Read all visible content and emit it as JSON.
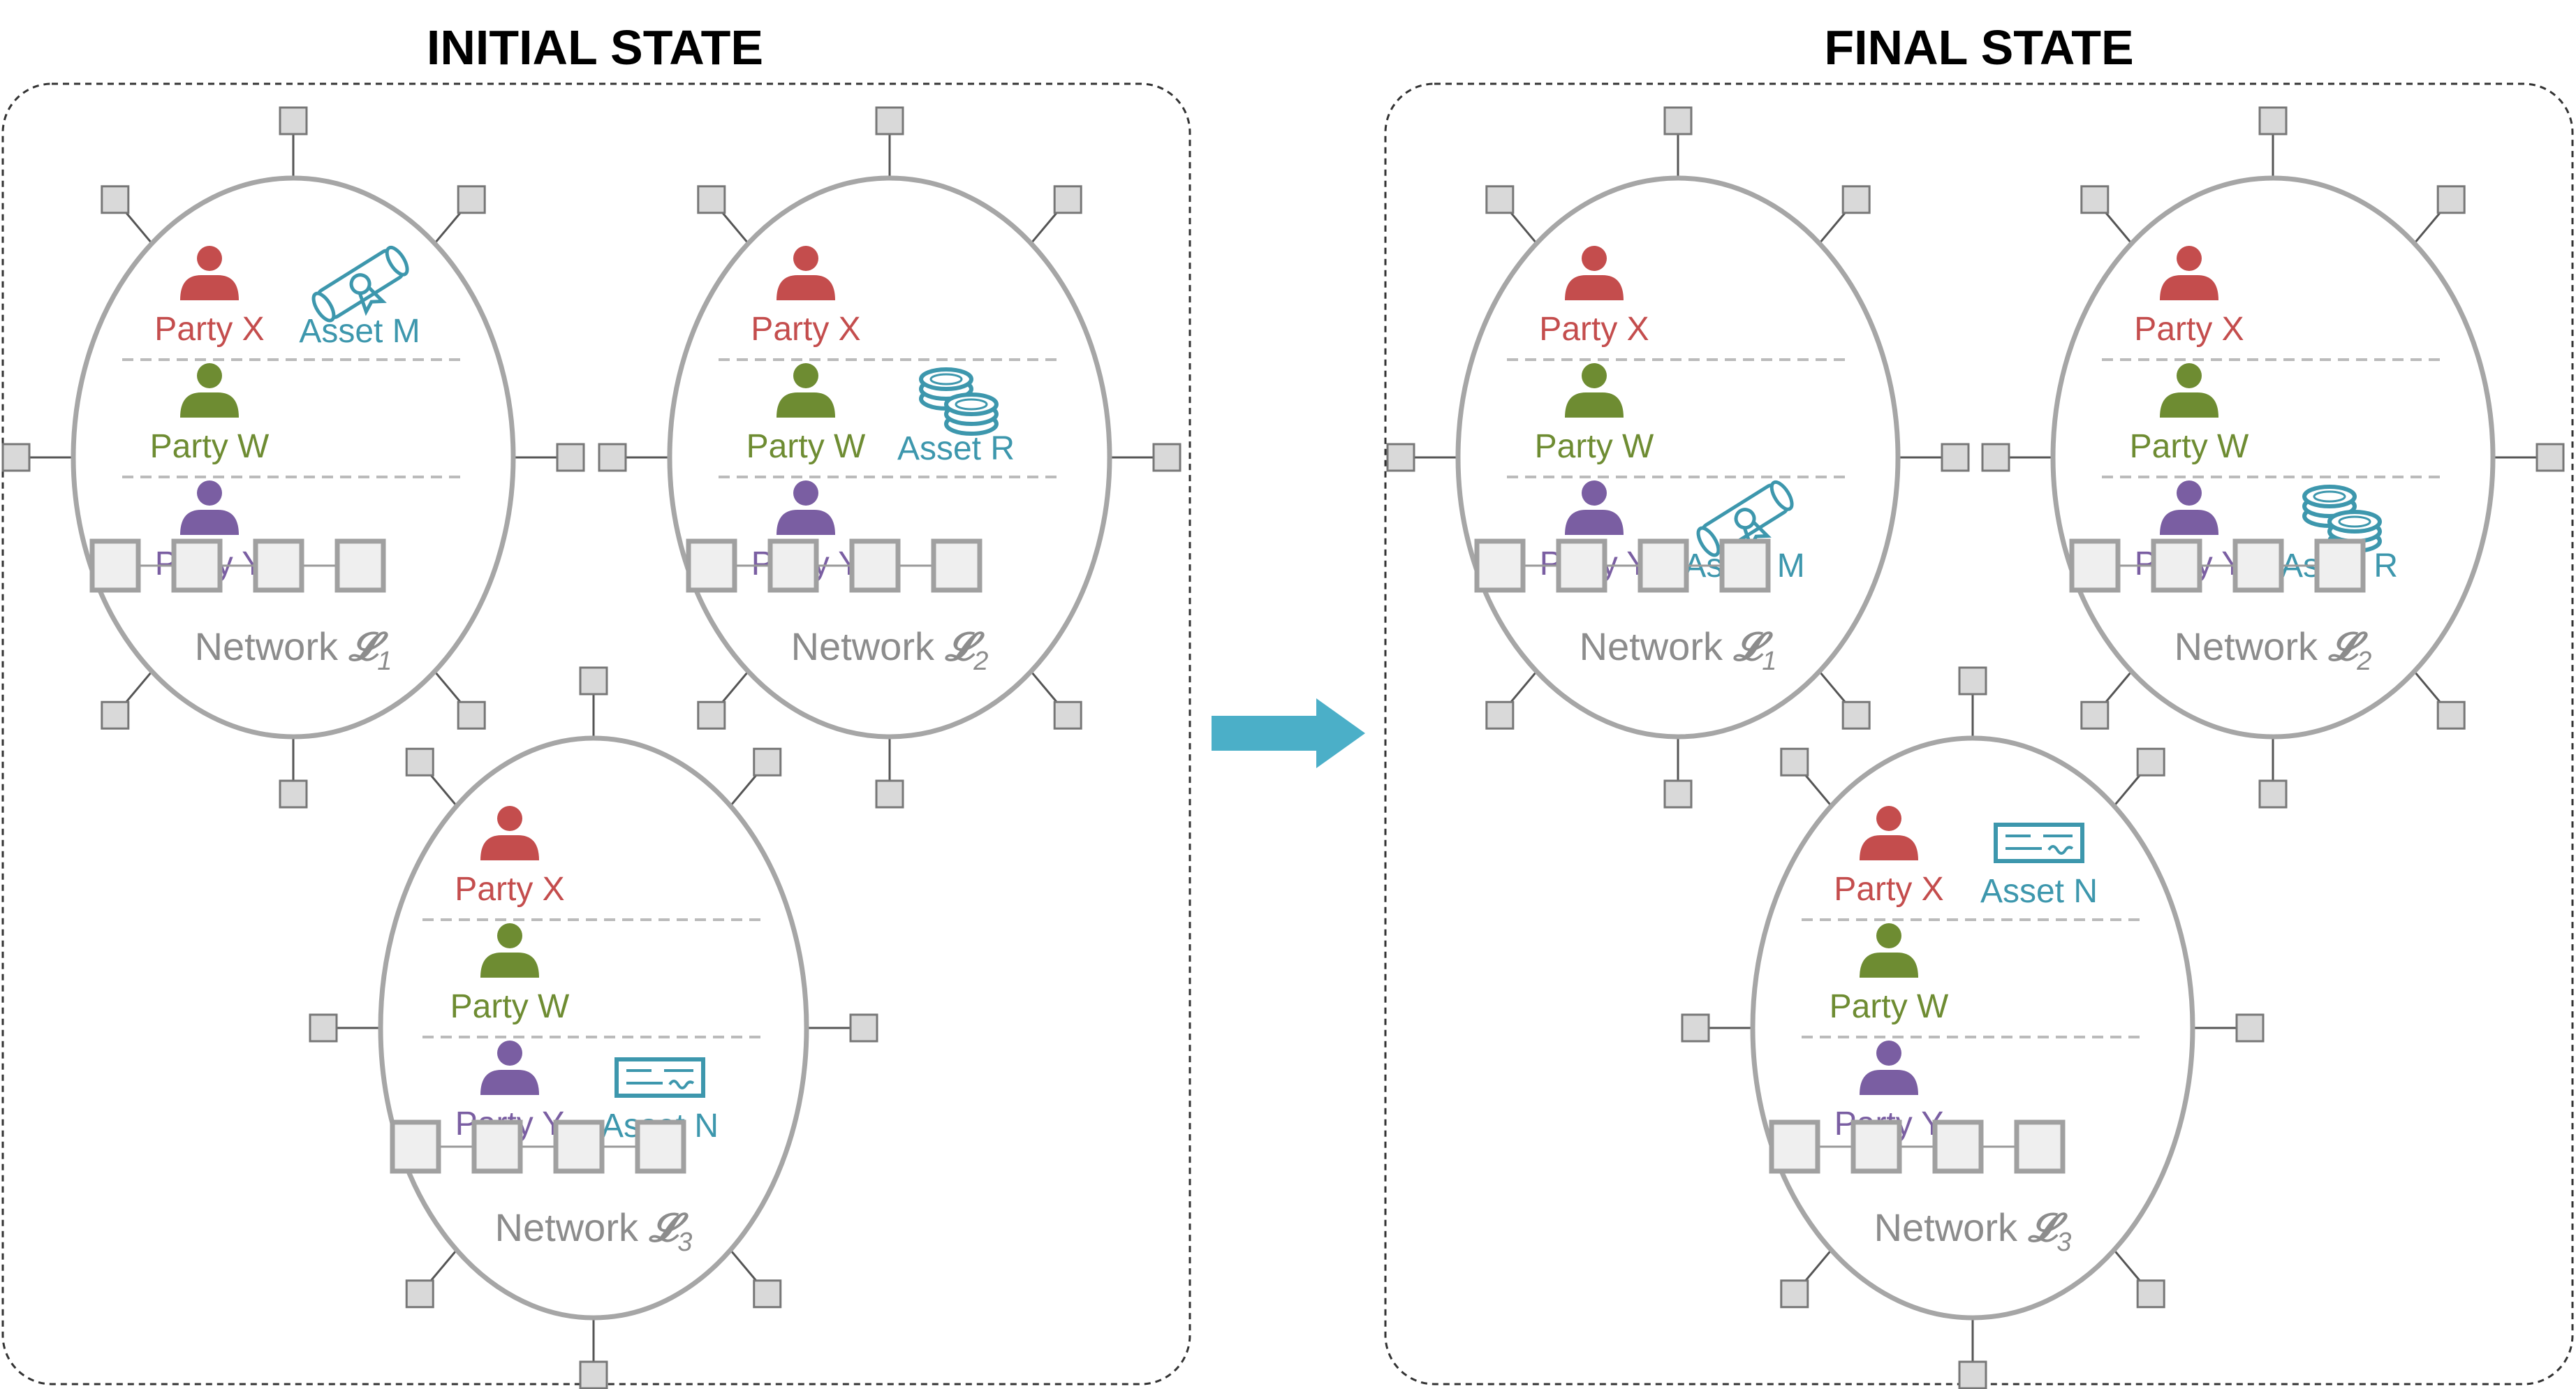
{
  "colors": {
    "party_x": "#c44d4d",
    "party_w": "#6e8c32",
    "party_y": "#7a5ea2",
    "asset": "#3d97ad",
    "network_ring": "#a6a6a6",
    "arrow": "#4bafc8",
    "panel_border": "#333333"
  },
  "states": [
    {
      "title": "INITIAL STATE",
      "networks": [
        {
          "label": "Network",
          "symbol": "𝓛",
          "sub": "1",
          "bands": [
            {
              "party": "Party X",
              "color_key": "party_x",
              "asset": "Asset M",
              "asset_icon": "certificate-scroll-icon"
            },
            {
              "party": "Party W",
              "color_key": "party_w"
            },
            {
              "party": "Party Y",
              "color_key": "party_y"
            }
          ]
        },
        {
          "label": "Network",
          "symbol": "𝓛",
          "sub": "2",
          "bands": [
            {
              "party": "Party X",
              "color_key": "party_x"
            },
            {
              "party": "Party W",
              "color_key": "party_w",
              "asset": "Asset R",
              "asset_icon": "coin-stack-icon"
            },
            {
              "party": "Party Y",
              "color_key": "party_y"
            }
          ]
        },
        {
          "label": "Network",
          "symbol": "𝓛",
          "sub": "3",
          "bands": [
            {
              "party": "Party X",
              "color_key": "party_x"
            },
            {
              "party": "Party W",
              "color_key": "party_w"
            },
            {
              "party": "Party Y",
              "color_key": "party_y",
              "asset": "Asset N",
              "asset_icon": "bank-check-icon"
            }
          ]
        }
      ]
    },
    {
      "title": "FINAL STATE",
      "networks": [
        {
          "label": "Network",
          "symbol": "𝓛",
          "sub": "1",
          "bands": [
            {
              "party": "Party X",
              "color_key": "party_x"
            },
            {
              "party": "Party W",
              "color_key": "party_w"
            },
            {
              "party": "Party Y",
              "color_key": "party_y",
              "asset": "Asset M",
              "asset_icon": "certificate-scroll-icon"
            }
          ]
        },
        {
          "label": "Network",
          "symbol": "𝓛",
          "sub": "2",
          "bands": [
            {
              "party": "Party X",
              "color_key": "party_x"
            },
            {
              "party": "Party W",
              "color_key": "party_w"
            },
            {
              "party": "Party Y",
              "color_key": "party_y",
              "asset": "Asset R",
              "asset_icon": "coin-stack-icon"
            }
          ]
        },
        {
          "label": "Network",
          "symbol": "𝓛",
          "sub": "3",
          "bands": [
            {
              "party": "Party X",
              "color_key": "party_x",
              "asset": "Asset N",
              "asset_icon": "bank-check-icon"
            },
            {
              "party": "Party W",
              "color_key": "party_w"
            },
            {
              "party": "Party Y",
              "color_key": "party_y"
            }
          ]
        }
      ]
    }
  ]
}
